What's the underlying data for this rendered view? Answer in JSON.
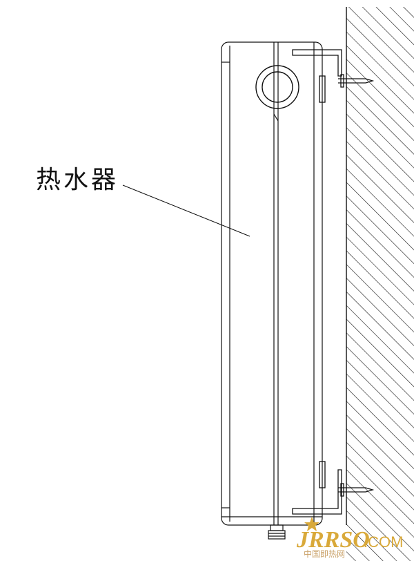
{
  "diagram": {
    "label": "热水器",
    "watermark": {
      "brand": "JRRSO",
      "domain_suffix": ".COM",
      "subtitle": "中国即热网"
    }
  },
  "colors": {
    "line": "#111111",
    "hatch": "#222222",
    "logo": "#d9a93a"
  }
}
